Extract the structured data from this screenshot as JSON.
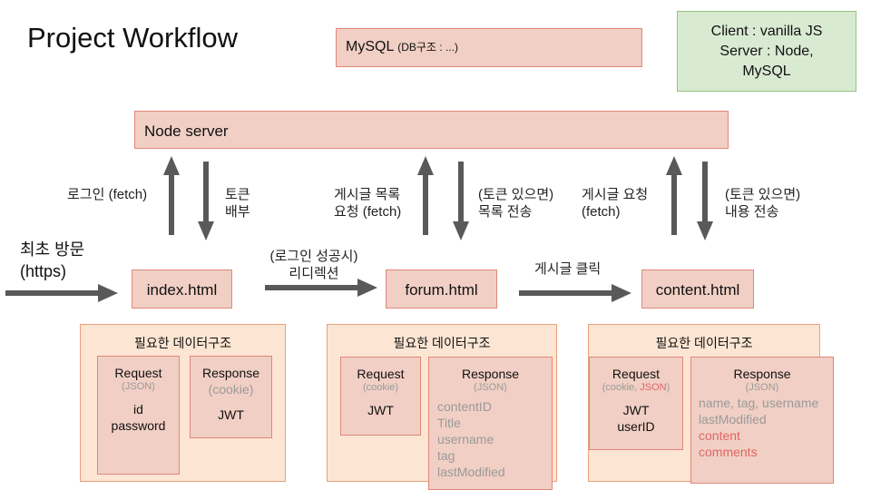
{
  "title": "Project Workflow",
  "mysql": {
    "name": "MySQL",
    "note": "(DB구조 : ...)"
  },
  "stack": {
    "line1": "Client : vanilla JS",
    "line2": "Server : Node,",
    "line3": "MySQL"
  },
  "server": {
    "label": "Node server"
  },
  "first_visit": {
    "line1": "최초 방문",
    "line2": "(https)"
  },
  "pages": {
    "index": "index.html",
    "forum": "forum.html",
    "content": "content.html"
  },
  "arrow_labels": {
    "login": "로그인 (fetch)",
    "token": {
      "line1": "토큰",
      "line2": "배부"
    },
    "post_list_req": {
      "line1": "게시글 목록",
      "line2": "요청 (fetch)"
    },
    "post_list_send": {
      "line1": "(토큰 있으면)",
      "line2": "목록 전송"
    },
    "post_req": {
      "line1": "게시글 요청",
      "line2": "(fetch)"
    },
    "content_send": {
      "line1": "(토큰 있으면)",
      "line2": "내용 전송"
    },
    "redirect": {
      "line1": "(로그인 성공시)",
      "line2": "리디렉션"
    },
    "post_click": "게시글 클릭"
  },
  "panels": {
    "index": {
      "title": "필요한 데이터구조",
      "request": {
        "title": "Request",
        "format": "(JSON)",
        "fields": [
          "id",
          "password"
        ]
      },
      "response": {
        "title": "Response",
        "format": "(cookie)",
        "fields": [
          "JWT"
        ]
      }
    },
    "forum": {
      "title": "필요한 데이터구조",
      "request": {
        "title": "Request",
        "format": "(cookie)",
        "fields": [
          "JWT"
        ]
      },
      "response": {
        "title": "Response",
        "format": "(JSON)",
        "fields": [
          "contentID",
          "Title",
          "username",
          "tag",
          "lastModified"
        ]
      }
    },
    "content": {
      "title": "필요한 데이터구조",
      "request": {
        "title": "Request",
        "format_a": "(cookie, ",
        "format_b": "JSON",
        "format_c": ")",
        "fields": [
          "JWT",
          "userID"
        ]
      },
      "response": {
        "title": "Response",
        "format": "(JSON)",
        "fields": [
          "name, tag, username",
          "lastModified",
          "content",
          "comments"
        ]
      }
    }
  },
  "colors": {
    "node_fill": "#f1cfc4",
    "node_border": "#e0877a",
    "panel_fill": "#fce5d3",
    "stack_fill": "#d9ead3",
    "arrow": "#595959",
    "highlight": "#e06666"
  }
}
